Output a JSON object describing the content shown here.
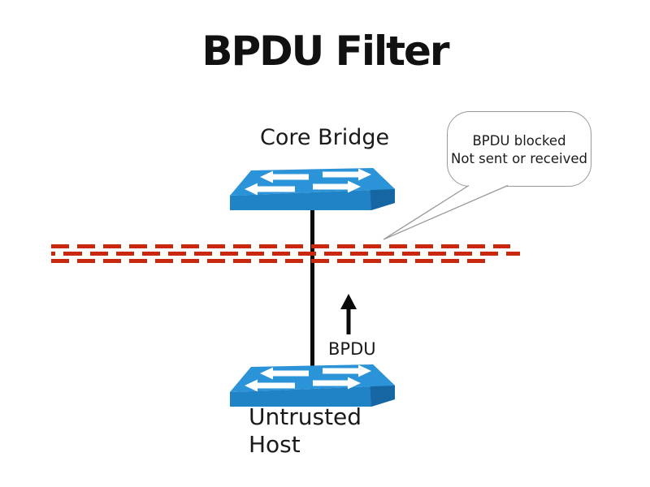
{
  "title": "BPDU Filter",
  "nodes": {
    "core_bridge": {
      "label": "Core Bridge"
    },
    "untrusted_host": {
      "label": "Untrusted\nHost"
    }
  },
  "callout": {
    "line1": "BPDU blocked",
    "line2": "Not sent or received"
  },
  "arrow_label": "BPDU",
  "colors": {
    "switch_top": "#2B93D7",
    "switch_front": "#1F83C6",
    "switch_side": "#1566A3",
    "arrow_white": "#FFFFFF",
    "barrier_red": "#C8290E",
    "link_black": "#0A0A0A",
    "bubble_border": "#999999",
    "text": "#1A1A1A"
  }
}
